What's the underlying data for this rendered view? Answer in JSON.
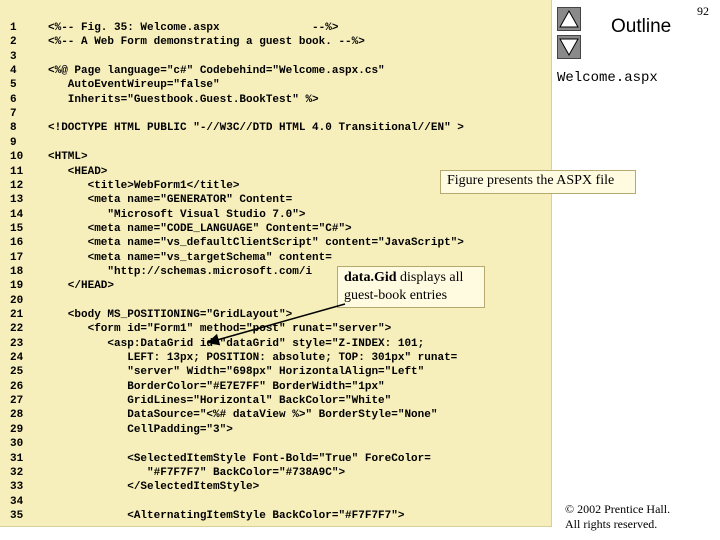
{
  "page_number": "92",
  "outline": {
    "title": "Outline",
    "file_name": "Welcome.aspx"
  },
  "callouts": {
    "aspx": "Figure presents the ASPX file",
    "datagrid_bold": "data.Gid",
    "datagrid_rest_1": " displays all",
    "datagrid_rest_2": "guest-book entries"
  },
  "copyright": {
    "line1": "© 2002 Prentice Hall.",
    "line2": "All rights reserved."
  },
  "code_lines": [
    {
      "n": "1",
      "t": "<%-- Fig. 35: Welcome.aspx              --%>"
    },
    {
      "n": "2",
      "t": "<%-- A Web Form demonstrating a guest book. --%>"
    },
    {
      "n": "3",
      "t": ""
    },
    {
      "n": "4",
      "t": "<%@ Page language=\"c#\" Codebehind=\"Welcome.aspx.cs\""
    },
    {
      "n": "5",
      "t": "   AutoEventWireup=\"false\""
    },
    {
      "n": "6",
      "t": "   Inherits=\"Guestbook.Guest.BookTest\" %>"
    },
    {
      "n": "7",
      "t": ""
    },
    {
      "n": "8",
      "t": "<!DOCTYPE HTML PUBLIC \"-//W3C//DTD HTML 4.0 Transitional//EN\" >"
    },
    {
      "n": "9",
      "t": ""
    },
    {
      "n": "10",
      "t": "<HTML>"
    },
    {
      "n": "11",
      "t": "   <HEAD>"
    },
    {
      "n": "12",
      "t": "      <title>WebForm1</title>"
    },
    {
      "n": "13",
      "t": "      <meta name=\"GENERATOR\" Content="
    },
    {
      "n": "14",
      "t": "         \"Microsoft Visual Studio 7.0\">"
    },
    {
      "n": "15",
      "t": "      <meta name=\"CODE_LANGUAGE\" Content=\"C#\">"
    },
    {
      "n": "16",
      "t": "      <meta name=\"vs_defaultClientScript\" content=\"JavaScript\">"
    },
    {
      "n": "17",
      "t": "      <meta name=\"vs_targetSchema\" content="
    },
    {
      "n": "18",
      "t": "         \"http://schemas.microsoft.com/i"
    },
    {
      "n": "19",
      "t": "   </HEAD>"
    },
    {
      "n": "20",
      "t": ""
    },
    {
      "n": "21",
      "t": "   <body MS_POSITIONING=\"GridLayout\">"
    },
    {
      "n": "22",
      "t": "      <form id=\"Form1\" method=\"post\" runat=\"server\">"
    },
    {
      "n": "23",
      "t": "         <asp:DataGrid id=\"dataGrid\" style=\"Z-INDEX: 101;"
    },
    {
      "n": "24",
      "t": "            LEFT: 13px; POSITION: absolute; TOP: 301px\" runat="
    },
    {
      "n": "25",
      "t": "            \"server\" Width=\"698px\" HorizontalAlign=\"Left\""
    },
    {
      "n": "26",
      "t": "            BorderColor=\"#E7E7FF\" BorderWidth=\"1px\""
    },
    {
      "n": "27",
      "t": "            GridLines=\"Horizontal\" BackColor=\"White\""
    },
    {
      "n": "28",
      "t": "            DataSource=\"<%# dataView %>\" BorderStyle=\"None\""
    },
    {
      "n": "29",
      "t": "            CellPadding=\"3\">"
    },
    {
      "n": "30",
      "t": ""
    },
    {
      "n": "31",
      "t": "            <SelectedItemStyle Font-Bold=\"True\" ForeColor="
    },
    {
      "n": "32",
      "t": "               \"#F7F7F7\" BackColor=\"#738A9C\">"
    },
    {
      "n": "33",
      "t": "            </SelectedItemStyle>"
    },
    {
      "n": "34",
      "t": ""
    },
    {
      "n": "35",
      "t": "            <AlternatingItemStyle BackColor=\"#F7F7F7\">"
    }
  ]
}
